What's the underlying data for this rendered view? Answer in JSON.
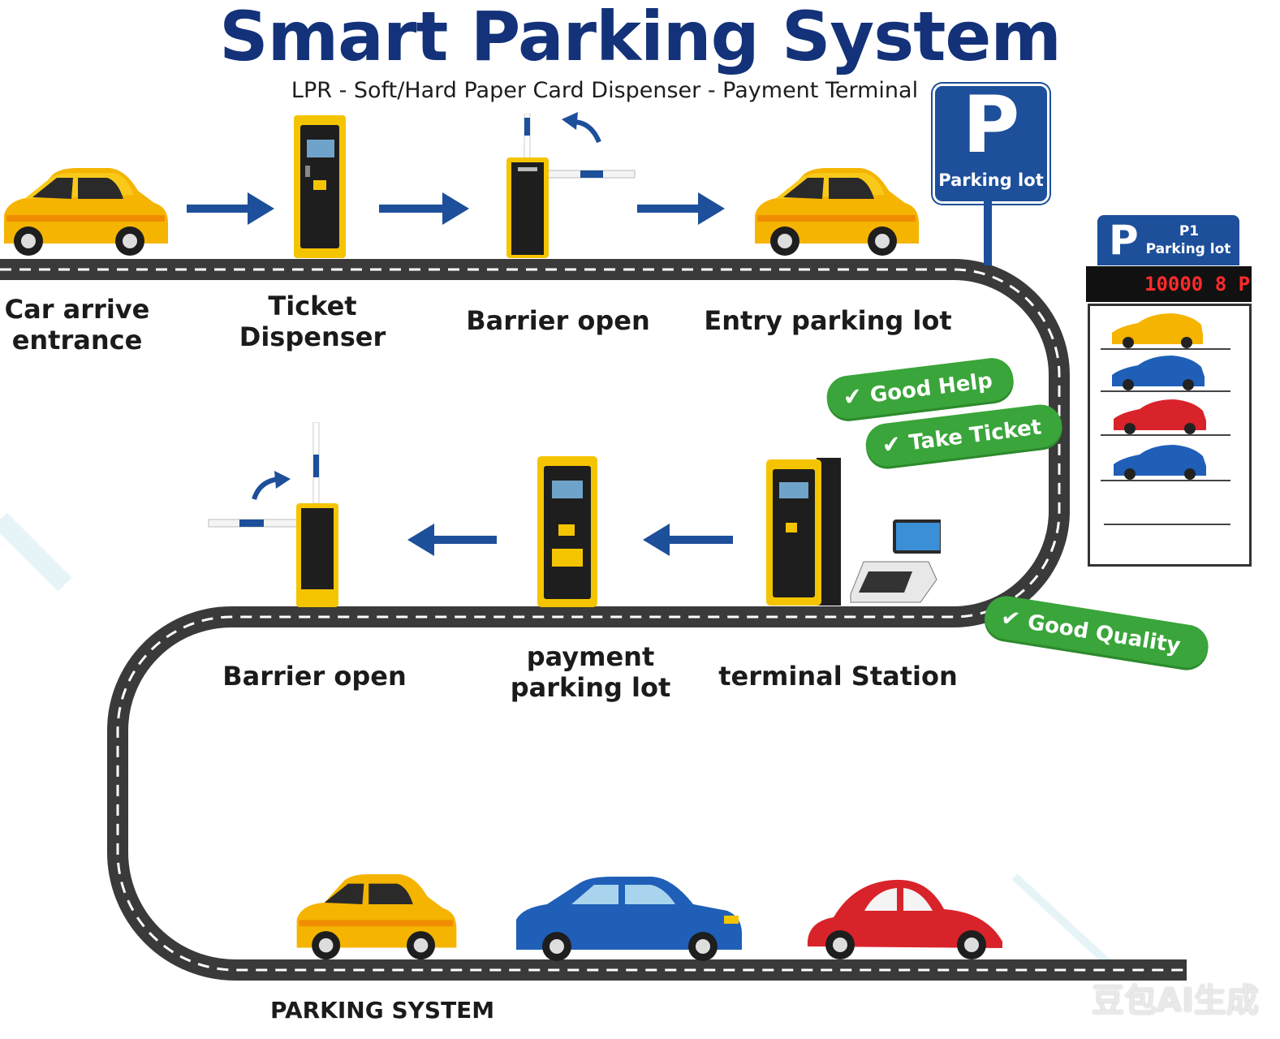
{
  "title": "Smart Parking System",
  "subtitle": "LPR - Soft/Hard Paper Card Dispenser - Payment Terminal",
  "steps_top": [
    {
      "label": "Car arrive\nentrance"
    },
    {
      "label": "Ticket\nDispenser"
    },
    {
      "label": "Barrier open"
    },
    {
      "label": "Entry parking lot"
    }
  ],
  "steps_bottom": [
    {
      "label": "Barrier open"
    },
    {
      "label": "payment\nparking lot"
    },
    {
      "label": "terminal Station"
    }
  ],
  "badges": [
    "Good Help",
    "Take Ticket",
    "Good Quality"
  ],
  "sign_main": {
    "letter": "P",
    "text": "Parking lot"
  },
  "sign_p1": {
    "letter": "P",
    "level": "P1",
    "text": "Parking lot",
    "display": "10000 8 P"
  },
  "footer": "PARKING SYSTEM",
  "watermark": "豆包AI生成",
  "colors": {
    "navy": "#13327a",
    "road": "#3a3a3a",
    "yellow": "#f5c400",
    "green": "#3aa53a",
    "blue_car": "#1f5fb8",
    "red_car": "#d9232a"
  }
}
